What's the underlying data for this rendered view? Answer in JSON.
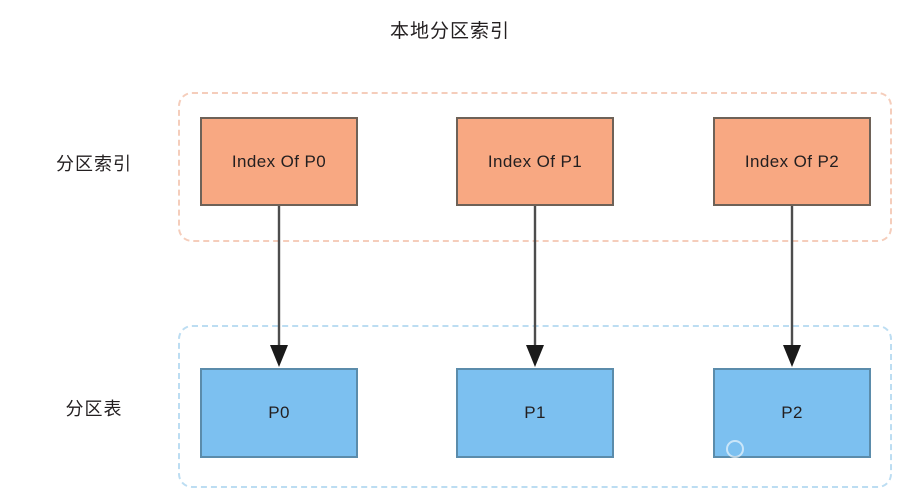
{
  "diagram": {
    "title": "本地分区索引",
    "type": "local-partitioned-index-diagram",
    "rows": [
      {
        "name": "partition-index-row",
        "label": "分区索引",
        "container_border_color": "#f5cdbb",
        "node_fill": "#f8a882",
        "node_border": "#6e6258",
        "nodes": [
          {
            "id": "index-of-p0",
            "label": "Index Of P0"
          },
          {
            "id": "index-of-p1",
            "label": "Index Of P1"
          },
          {
            "id": "index-of-p2",
            "label": "Index Of P2"
          }
        ]
      },
      {
        "name": "partition-table-row",
        "label": "分区表",
        "container_border_color": "#bcddf2",
        "node_fill": "#7cc0f0",
        "node_border": "#5b8cab",
        "nodes": [
          {
            "id": "p0",
            "label": "P0"
          },
          {
            "id": "p1",
            "label": "P1"
          },
          {
            "id": "p2",
            "label": "P2"
          }
        ]
      }
    ],
    "connectors": [
      {
        "name": "arrow-index-p0-to-p0",
        "from": "index-of-p0",
        "to": "p0",
        "direction": "down",
        "color": "#4d4d4d"
      },
      {
        "name": "arrow-index-p1-to-p1",
        "from": "index-of-p1",
        "to": "p1",
        "direction": "down",
        "color": "#4d4d4d"
      },
      {
        "name": "arrow-index-p2-to-p2",
        "from": "index-of-p2",
        "to": "p2",
        "direction": "down",
        "color": "#4d4d4d"
      }
    ],
    "watermark": {
      "icon": "circle-mark-icon",
      "text": ""
    }
  }
}
